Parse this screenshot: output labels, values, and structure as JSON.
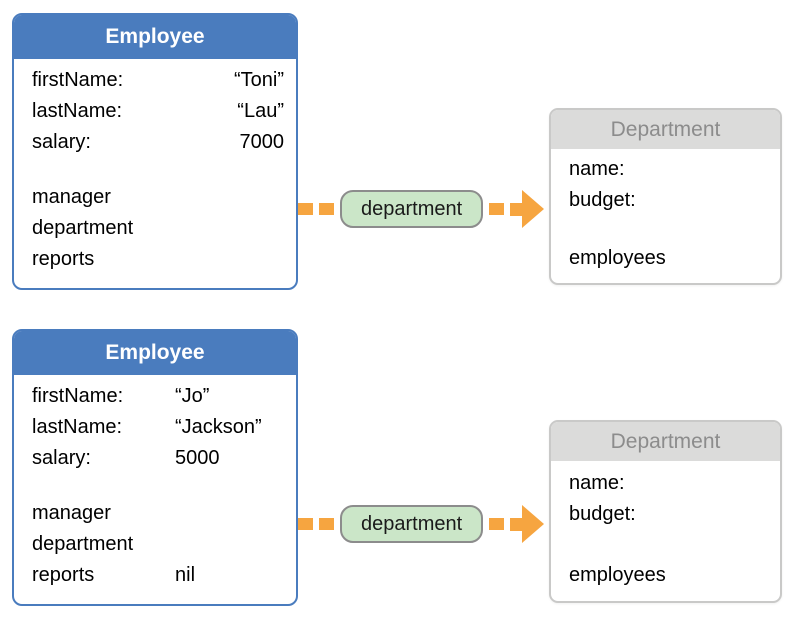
{
  "colors": {
    "employee_header": "#4A7CBE",
    "employee_border": "#4A7CBE",
    "department_header_bg": "#DBDBDA",
    "department_header_text": "#8C8C8C",
    "department_border": "#C9C9C8",
    "pill_bg": "#CBE6C8",
    "pill_border": "#8C8C8C",
    "arrow": "#F6A540"
  },
  "top": {
    "employee": {
      "title": "Employee",
      "fields": [
        {
          "label": "firstName:",
          "value": "“Toni”"
        },
        {
          "label": "lastName:",
          "value": "“Lau”"
        },
        {
          "label": "salary:",
          "value": "7000"
        }
      ],
      "relations": [
        {
          "label": "manager",
          "value": ""
        },
        {
          "label": "department",
          "value": ""
        },
        {
          "label": "reports",
          "value": ""
        }
      ]
    },
    "connector": {
      "label": "department"
    },
    "department": {
      "title": "Department",
      "fields": [
        "name:",
        "budget:"
      ],
      "relations": [
        "employees"
      ]
    }
  },
  "bottom": {
    "employee": {
      "title": "Employee",
      "fields": [
        {
          "label": "firstName:",
          "value": "“Jo”"
        },
        {
          "label": "lastName:",
          "value": "“Jackson”"
        },
        {
          "label": "salary:",
          "value": "5000"
        }
      ],
      "relations": [
        {
          "label": "manager",
          "value": ""
        },
        {
          "label": "department",
          "value": ""
        },
        {
          "label": "reports",
          "value": "nil"
        }
      ]
    },
    "connector": {
      "label": "department"
    },
    "department": {
      "title": "Department",
      "fields": [
        "name:",
        "budget:"
      ],
      "relations": [
        "employees"
      ]
    }
  }
}
